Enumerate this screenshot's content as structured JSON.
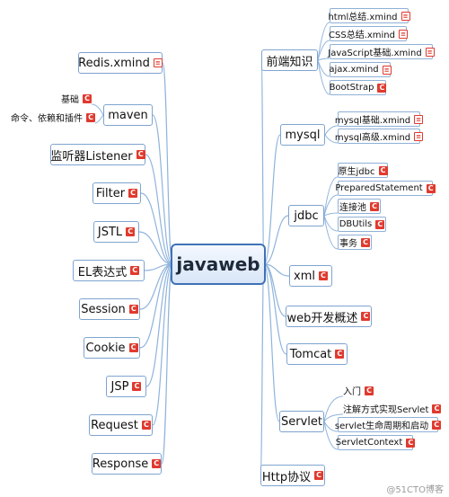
{
  "center": "javaweb",
  "left": [
    {
      "label": "Redis.xmind",
      "icon": "document-icon"
    },
    {
      "label": "maven",
      "icon": "",
      "children": [
        {
          "label": "基础",
          "icon": "c-icon"
        },
        {
          "label": "命令、依赖和插件",
          "icon": "c-icon"
        }
      ]
    },
    {
      "label": "监听器Listener",
      "icon": "c-icon"
    },
    {
      "label": "Filter",
      "icon": "c-icon"
    },
    {
      "label": "JSTL",
      "icon": "c-icon"
    },
    {
      "label": "EL表达式",
      "icon": "c-icon"
    },
    {
      "label": "Session",
      "icon": "c-icon"
    },
    {
      "label": "Cookie",
      "icon": "c-icon"
    },
    {
      "label": "JSP",
      "icon": "c-icon"
    },
    {
      "label": "Request",
      "icon": "c-icon"
    },
    {
      "label": "Response",
      "icon": "c-icon"
    }
  ],
  "right": [
    {
      "label": "前端知识",
      "icon": "",
      "children": [
        {
          "label": "html总结.xmind",
          "icon": "document-icon"
        },
        {
          "label": "CSS总结.xmind",
          "icon": "document-icon"
        },
        {
          "label": "JavaScript基础.xmind",
          "icon": "document-icon"
        },
        {
          "label": "ajax.xmind",
          "icon": "document-icon"
        },
        {
          "label": "BootStrap",
          "icon": "c-icon"
        }
      ]
    },
    {
      "label": "mysql",
      "icon": "",
      "children": [
        {
          "label": "mysql基础.xmind",
          "icon": "document-icon"
        },
        {
          "label": "mysql高级.xmind",
          "icon": "document-icon"
        }
      ]
    },
    {
      "label": "jdbc",
      "icon": "",
      "children": [
        {
          "label": "原生jdbc",
          "icon": "c-icon"
        },
        {
          "label": "PreparedStatement",
          "icon": "c-icon"
        },
        {
          "label": "连接池",
          "icon": "c-icon"
        },
        {
          "label": "DBUtils",
          "icon": "c-icon"
        },
        {
          "label": "事务",
          "icon": "c-icon"
        }
      ]
    },
    {
      "label": "xml",
      "icon": "c-icon"
    },
    {
      "label": "web开发概述",
      "icon": "c-icon"
    },
    {
      "label": "Tomcat",
      "icon": "c-icon"
    },
    {
      "label": "Servlet",
      "icon": "",
      "children": [
        {
          "label": "入门",
          "icon": "c-icon"
        },
        {
          "label": "注解方式实现Servlet",
          "icon": "c-icon"
        },
        {
          "label": "servlet生命周期和启动",
          "icon": "c-icon"
        },
        {
          "label": "ServletContext",
          "icon": "c-icon"
        }
      ]
    },
    {
      "label": "Http协议",
      "icon": "c-icon"
    }
  ],
  "watermark": "@51CTO博客",
  "colors": {
    "line": "#8fb3dc",
    "border": "#7fa4cf",
    "icon": "#e03a2e",
    "centerBorder": "#3f72b5"
  }
}
